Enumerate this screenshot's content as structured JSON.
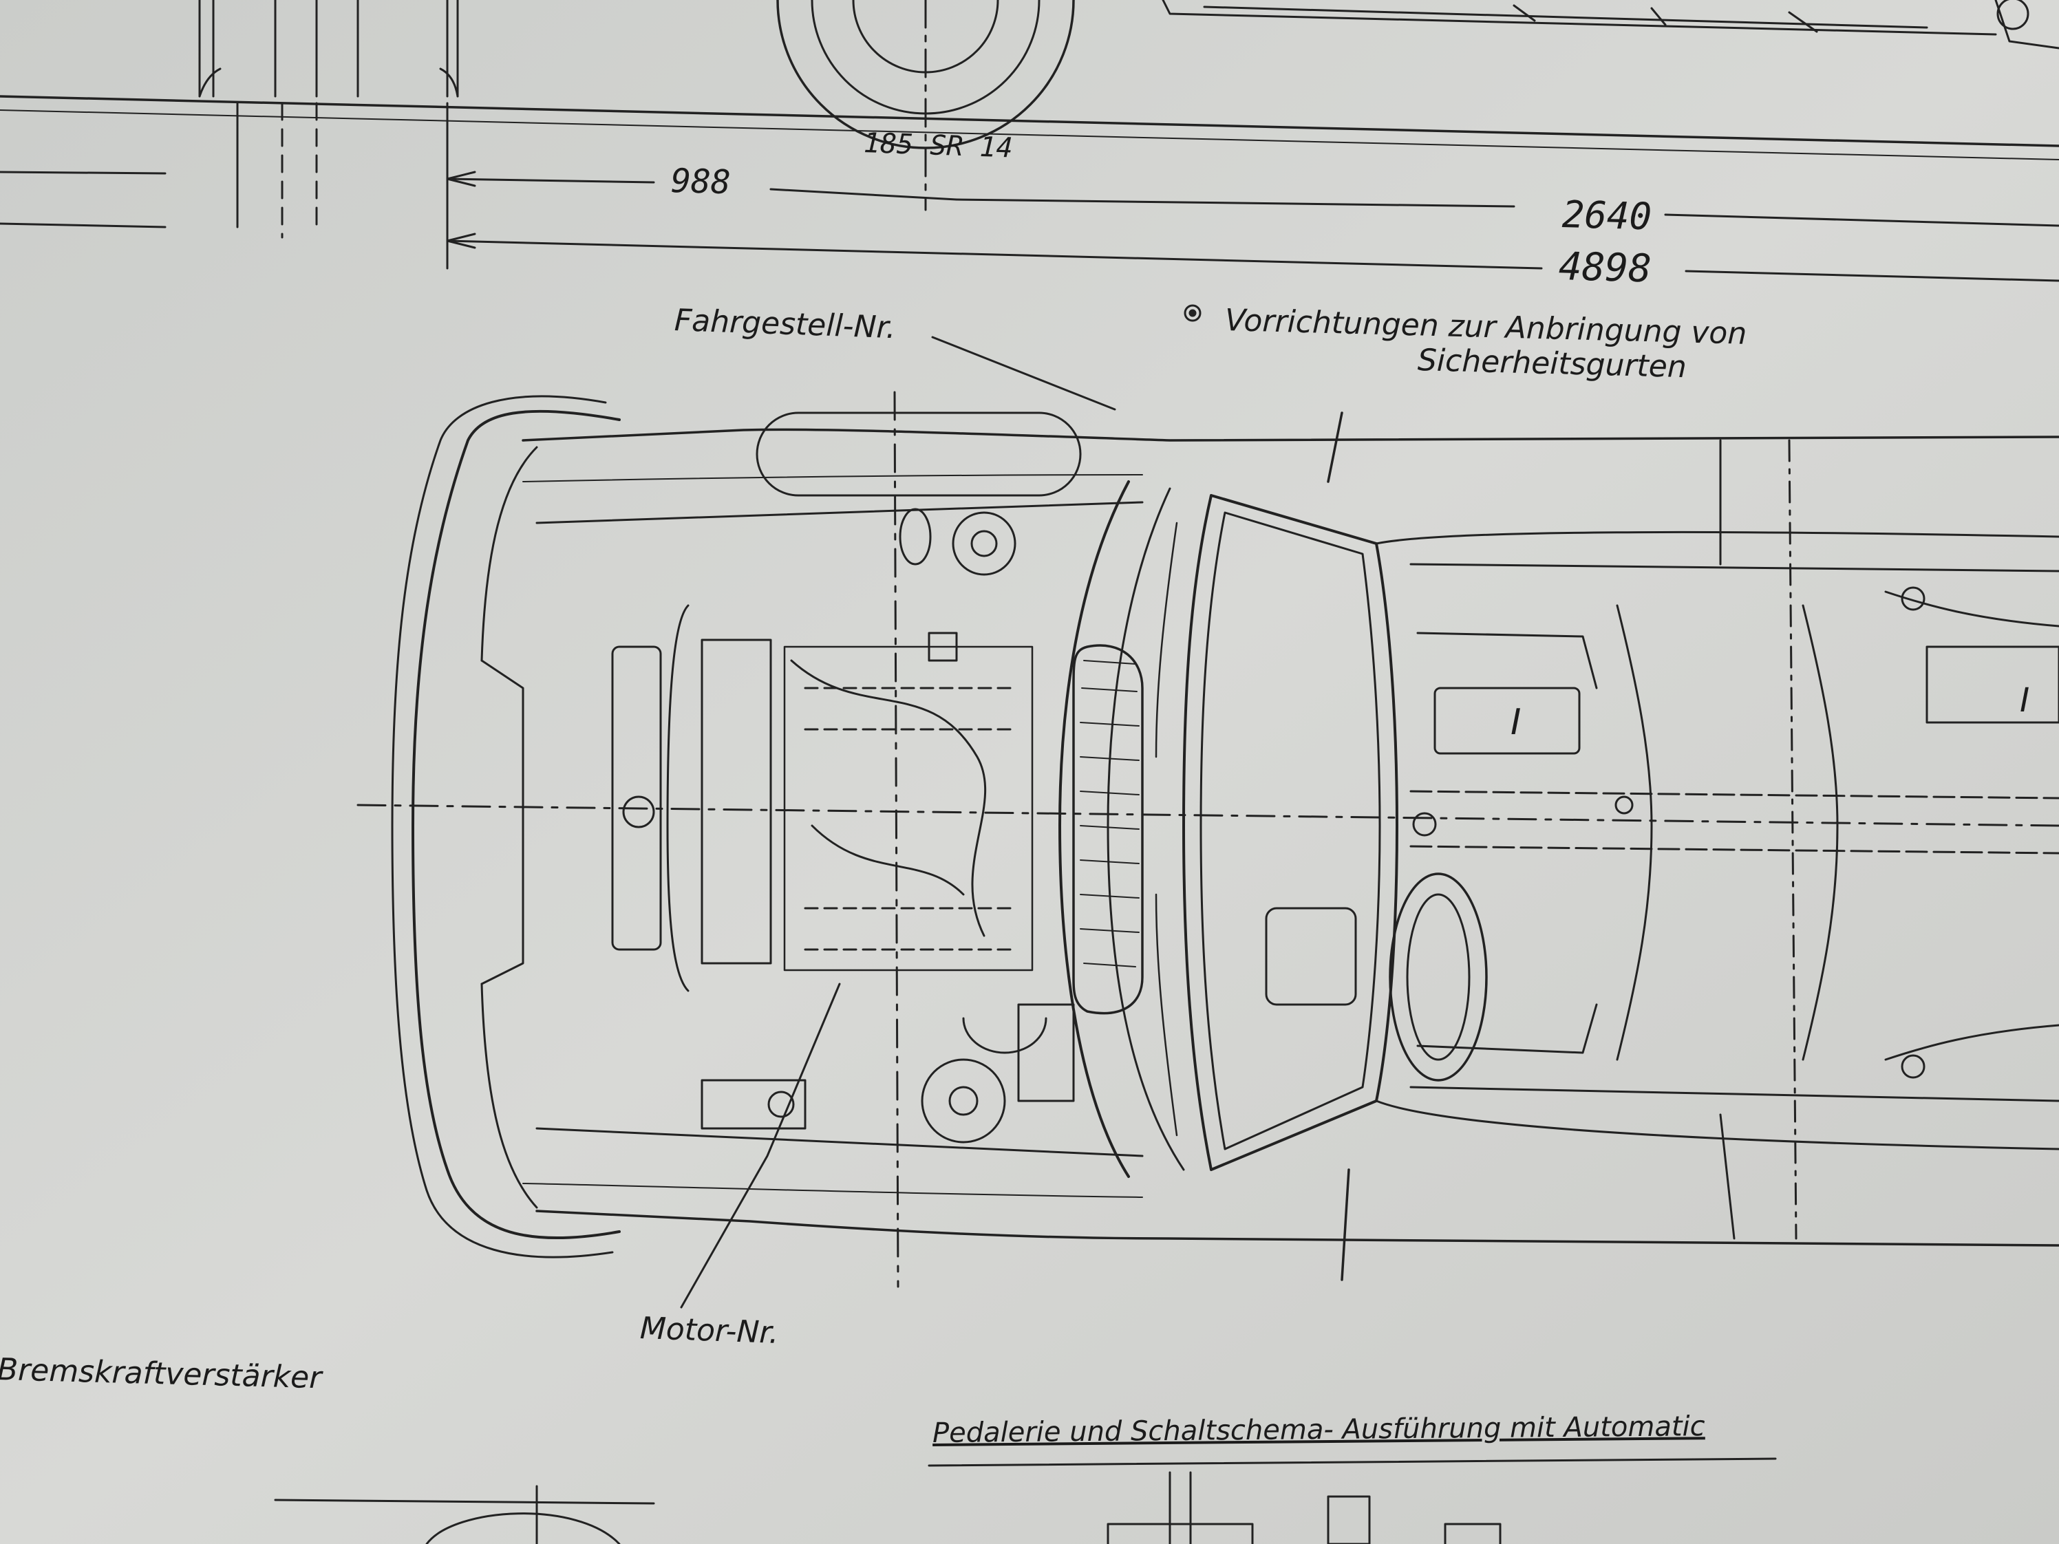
{
  "drawing": {
    "dimensions": {
      "tire_size": "185 SR 14",
      "front_overhang": "988",
      "wheelbase": "2640",
      "overall_length": "4898"
    },
    "labels": {
      "chassis_number": "Fahrgestell-Nr.",
      "seatbelt_note_line1": "Vorrichtungen zur Anbringung von",
      "seatbelt_note_line2": "Sicherheitsgurten",
      "engine_number": "Motor-Nr.",
      "brake_booster": "Bremskraftverstärker",
      "section_title": "Pedalerie und Schaltschema- Ausführung mit Automatic"
    },
    "component_marks": [
      "I",
      "I"
    ],
    "symbols": {
      "seatbelt_marker": "circled-dot"
    }
  }
}
